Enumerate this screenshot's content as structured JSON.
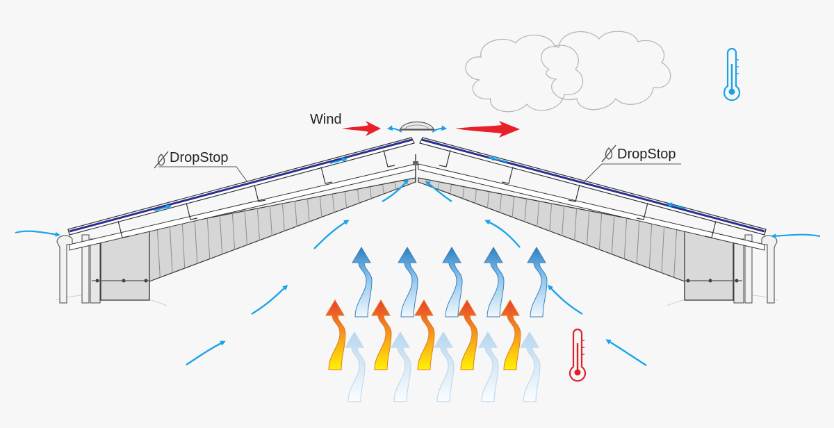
{
  "labels": {
    "wind": "Wind",
    "dropstop_left": "DropStop",
    "dropstop_right": "DropStop"
  },
  "icons": {
    "cold_thermometer": "thermometer-cold-icon",
    "warm_thermometer": "thermometer-warm-icon",
    "dropstop_logo": "dropstop-logo-icon"
  },
  "colors": {
    "background": "#f7f7f7",
    "wind_arrow": "#e8202a",
    "air_flow": "#1aa3e8",
    "cold_thermometer": "#1ea0e6",
    "warm_thermometer": "#e02027",
    "membrane": "#2a2f8f",
    "insulation": "#d6d6d6",
    "cloud_stroke": "#b3b3b3"
  }
}
